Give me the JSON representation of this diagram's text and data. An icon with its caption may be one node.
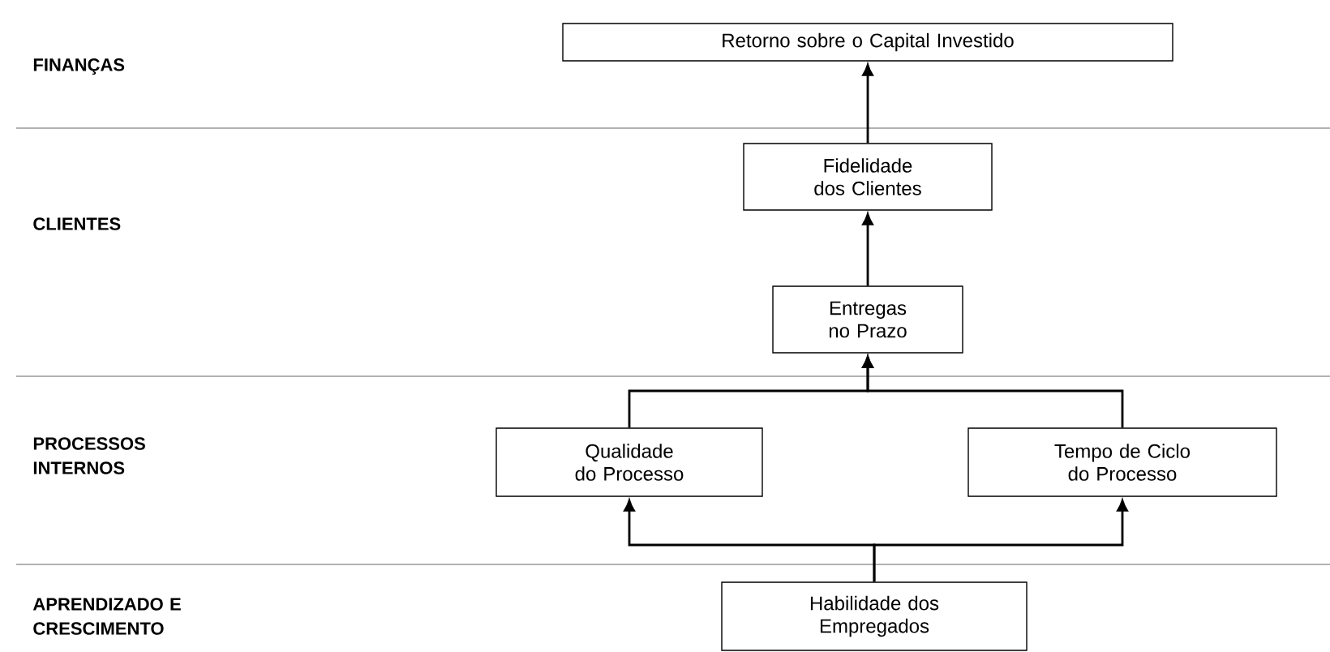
{
  "diagram": {
    "nodes": [
      {
        "text": [
          "Retorno sobre o Capital Investido"
        ]
      },
      {
        "text": [
          "Fidelidade dos Clientes"
        ]
      },
      {
        "text": [
          "Entregas no Prazo"
        ]
      },
      {
        "text": [
          "Qualidade do Processo"
        ]
      },
      {
        "text": [
          "Tempo de Ciclo do Processo"
        ]
      },
      {
        "text": [
          "Habilidade dos Empregados"
        ]
      }
    ],
    "edges": [
      {
        "from": 1,
        "to": 0,
        "arrow": "to"
      },
      {
        "from": 2,
        "to": 1,
        "arrow": "to"
      },
      {
        "from": 3,
        "to": 2,
        "arrow": "to"
      },
      {
        "from": 4,
        "to": 2,
        "arrow": "to"
      },
      {
        "from": 5,
        "to": 3,
        "arrow": "to"
      },
      {
        "from": 5,
        "to": 4,
        "arrow": "to"
      }
    ],
    "labels": [
      "FINANÇAS",
      "CLIENTES",
      "PROCESSOS INTERNOS",
      "APRENDIZADO E CRESCIMENTO"
    ]
  }
}
